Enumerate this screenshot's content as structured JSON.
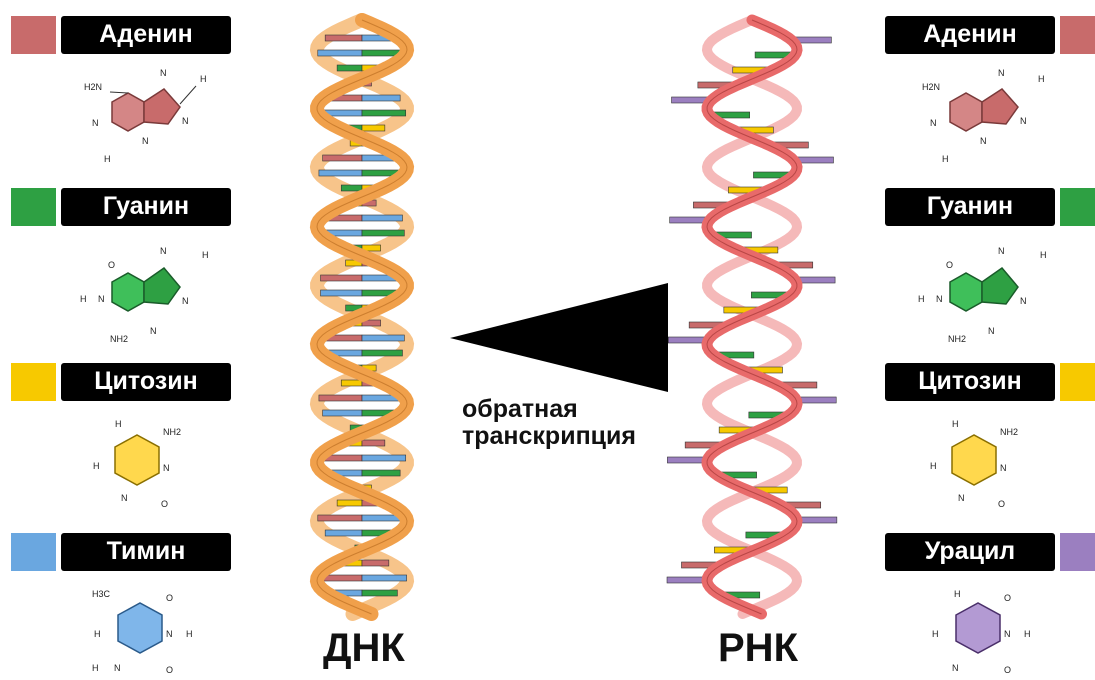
{
  "left_bases": [
    {
      "name": "Аденин",
      "color": "#c86b6b"
    },
    {
      "name": "Гуанин",
      "color": "#2ea043"
    },
    {
      "name": "Цитозин",
      "color": "#f7c900"
    },
    {
      "name": "Тимин",
      "color": "#6aa7e0"
    }
  ],
  "right_bases": [
    {
      "name": "Аденин",
      "color": "#c86b6b"
    },
    {
      "name": "Гуанин",
      "color": "#2ea043"
    },
    {
      "name": "Цитозин",
      "color": "#f7c900"
    },
    {
      "name": "Урацил",
      "color": "#9b7fc0"
    }
  ],
  "dna_label": "ДНК",
  "rna_label": "РНК",
  "arrow_label": [
    "обратная",
    "транскрипция"
  ],
  "colors": {
    "dna_strand": "#f0a04b",
    "rna_strand": "#e86a6a",
    "adenine": "#c86b6b",
    "guanine": "#2ea043",
    "cytosine": "#f7c900",
    "thymine": "#6aa7e0",
    "uracil": "#9b7fc0"
  },
  "molecules": {
    "adenine": {
      "atoms": [
        "H2N",
        "N",
        "N",
        "N",
        "N",
        "H",
        "H"
      ]
    },
    "guanine": {
      "atoms": [
        "O",
        "H",
        "N",
        "N",
        "N",
        "N",
        "H",
        "NH2"
      ]
    },
    "cytosine": {
      "atoms": [
        "H",
        "NH2",
        "H",
        "N",
        "N",
        "O"
      ]
    },
    "thymine": {
      "atoms": [
        "H3C",
        "O",
        "H",
        "N",
        "H",
        "H",
        "N",
        "O"
      ]
    },
    "uracil": {
      "atoms": [
        "H",
        "O",
        "H",
        "N",
        "H",
        "N",
        "O"
      ]
    }
  }
}
